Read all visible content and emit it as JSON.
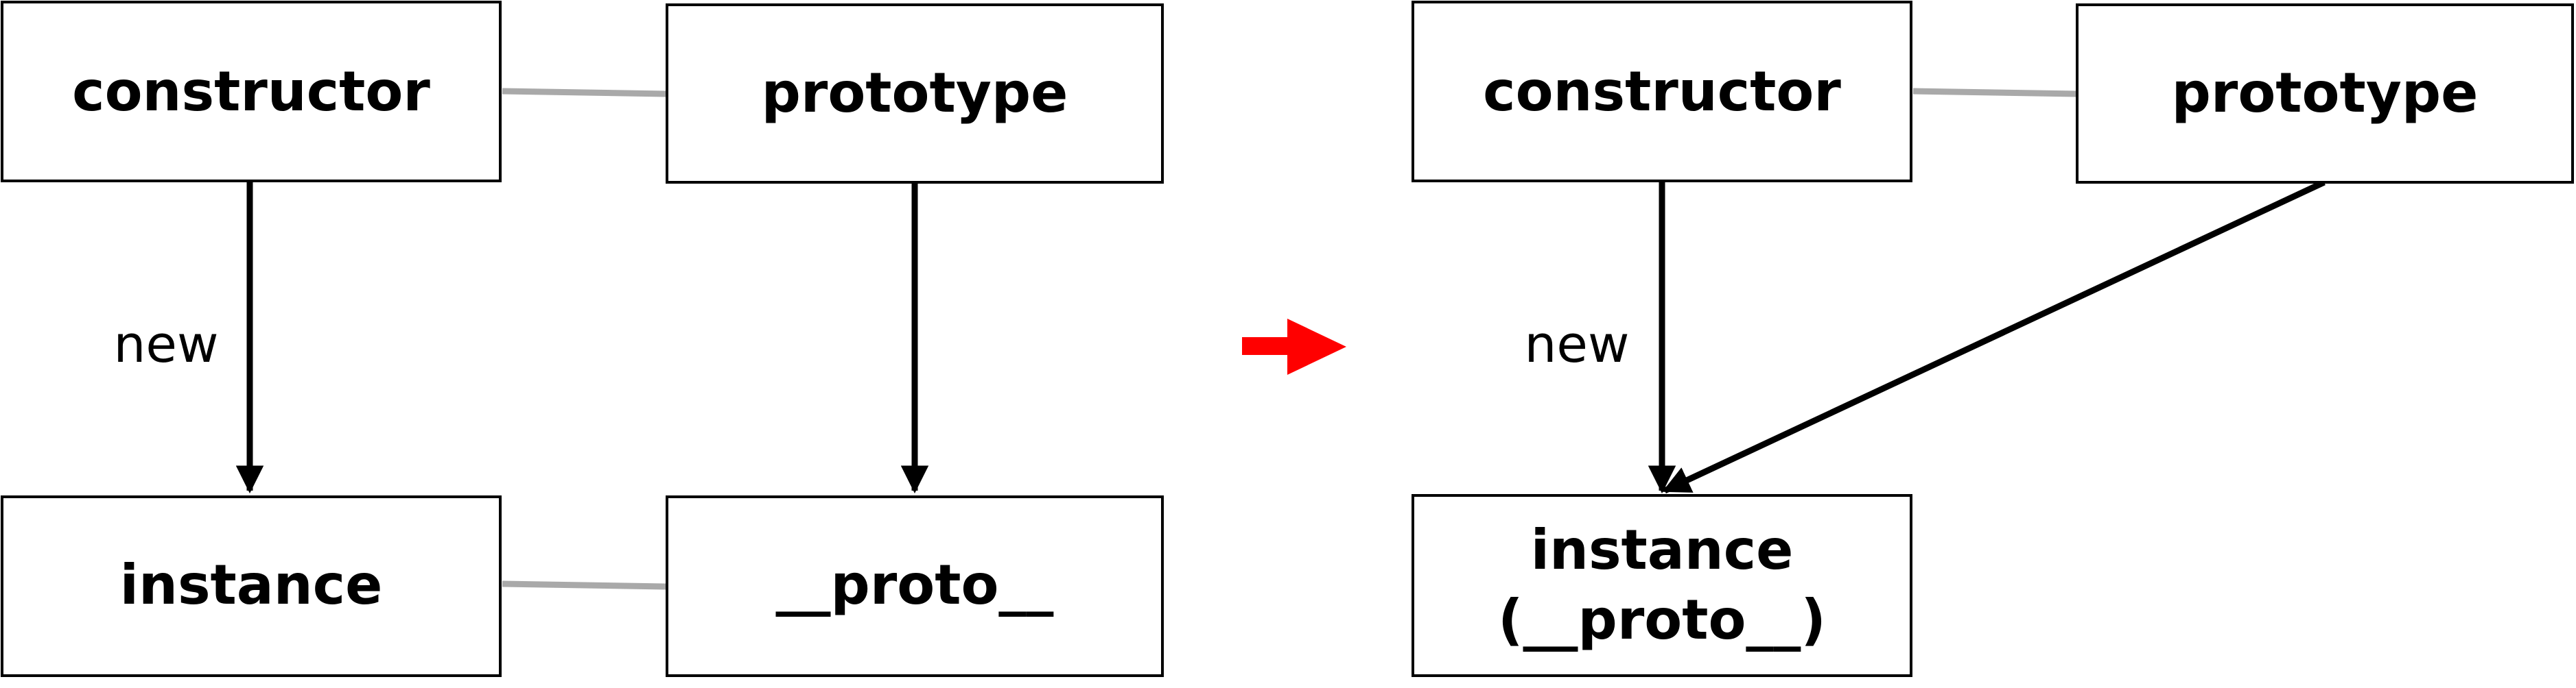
{
  "left_diagram": {
    "constructor_label": "constructor",
    "prototype_label": "prototype",
    "instance_label": "instance",
    "proto_label": "__proto__",
    "new_label": "new"
  },
  "transition_arrow": {
    "color": "#ff0000"
  },
  "right_diagram": {
    "constructor_label": "constructor",
    "prototype_label": "prototype",
    "instance_label_line1": "instance",
    "instance_label_line2": "(__proto__)",
    "new_label": "new"
  },
  "colors": {
    "box_stroke": "#000000",
    "link_gray": "#a9a9a9",
    "arrow_black": "#000000",
    "transition_red": "#ff0000"
  }
}
